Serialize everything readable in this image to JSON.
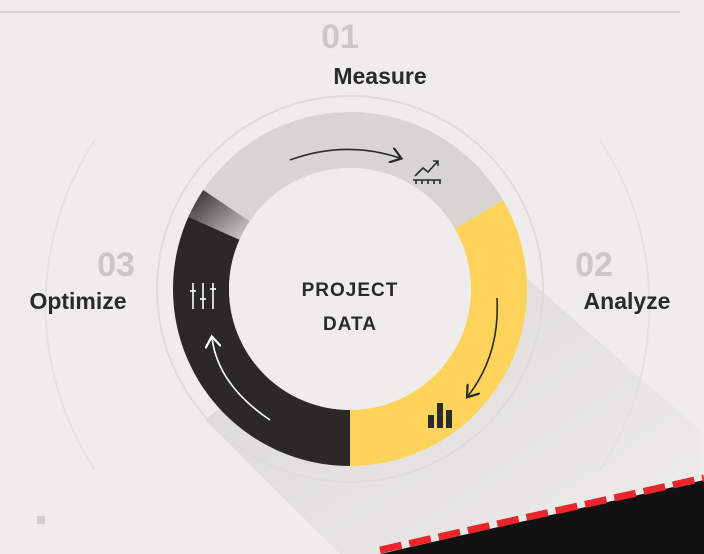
{
  "center": {
    "line1": "PROJECT",
    "line2": "DATA"
  },
  "steps": [
    {
      "number": "01",
      "label": "Measure",
      "icon": "chart-ruler-icon",
      "color": "#d6d5d2"
    },
    {
      "number": "02",
      "label": "Analyze",
      "icon": "bar-chart-icon",
      "color": "#fdd35a"
    },
    {
      "number": "03",
      "label": "Optimize",
      "icon": "sliders-icon",
      "color": "#2a2928"
    }
  ],
  "colors": {
    "background": "#eeedeb",
    "measure": "#d6d5d2",
    "analyze": "#fdd35a",
    "optimize": "#2a2928",
    "text": "#2a2a2a",
    "number": "#c9c8c5",
    "accent_stripe": "#e8262b"
  }
}
